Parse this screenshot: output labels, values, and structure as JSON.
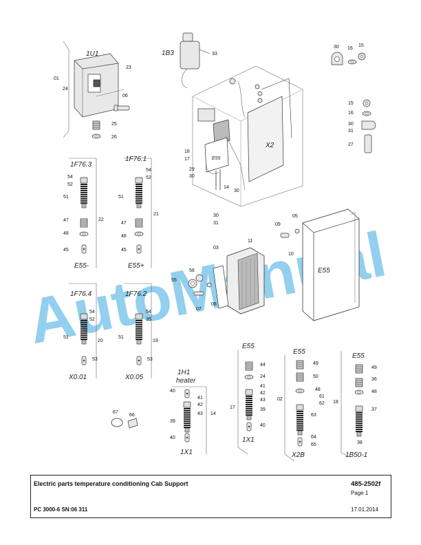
{
  "footer": {
    "title": "Electric parts temperature conditioning Cab Support",
    "doc_number": "485-2502f",
    "page": "Page 1",
    "model": "PC 3000-6 SN:06 311",
    "date": "17.01.2014"
  },
  "watermark": {
    "text": "AutoManual",
    "color": "#3aa8e0"
  },
  "drawing_labels": {
    "u1": "1U1",
    "b3": "1B3",
    "x2": "X2",
    "e55_box": "E55",
    "e55_small": "E55",
    "f76_3": "1F76.3",
    "f76_1": "1F76.1",
    "e55_minus": "E55-",
    "e55_plus": "E55+",
    "f76_4": "1F76.4",
    "f76_2": "1F76.2",
    "x001": "X0.01",
    "x005": "X0.05",
    "h1": "1H1",
    "heater": "heater",
    "x1a": "1X1",
    "e55_c1": "E55",
    "x1b": "1X1",
    "e55_c2": "E55",
    "x2b": "X2B",
    "e55_c3": "E55",
    "b50": "1B50-1"
  },
  "item_numbers": {
    "n01": "01",
    "n23": "23",
    "n24": "24",
    "n06": "06",
    "n25": "25",
    "n26": "26",
    "n33": "33",
    "n30a": "30",
    "n16a": "16",
    "n15a": "15",
    "n15b": "15",
    "n16b": "16",
    "n30b": "30",
    "n31b": "31",
    "n27": "27",
    "n18a": "18",
    "n17a": "17",
    "n29": "29",
    "n30c": "30",
    "n14a": "14",
    "n30d": "30",
    "n30e": "30",
    "n31e": "31",
    "n54a": "54",
    "n52a": "52",
    "n51a": "51",
    "n22": "22",
    "n47a": "47",
    "n48a": "48",
    "n45a": "45",
    "n54b": "54",
    "n52b": "52",
    "n51b": "51",
    "n21": "21",
    "n47b": "47",
    "n48b": "48",
    "n45b": "45",
    "n09": "09",
    "n05": "05",
    "n03": "03",
    "n11": "11",
    "n10": "10",
    "n55": "55",
    "n56": "56",
    "n07": "07",
    "n08": "08",
    "n54c": "54",
    "n52c": "52",
    "n51c": "51",
    "n20": "20",
    "n53a": "53",
    "n54d": "54",
    "n35": "35",
    "n51d": "51",
    "n19": "19",
    "n53b": "53",
    "n40a": "40",
    "n41a": "41",
    "n42a": "42",
    "n39a": "39",
    "n43a": "43",
    "n14b": "14",
    "n40b": "40",
    "n67": "67",
    "n66": "66",
    "n44": "44",
    "n24b": "24",
    "n17b": "17",
    "n41b": "41",
    "n42b": "42",
    "n43b": "43",
    "n39b": "39",
    "n40c": "40",
    "n49a": "49",
    "n50": "50",
    "n02": "02",
    "n48c": "48",
    "n61": "61",
    "n62": "62",
    "n63": "63",
    "n64": "64",
    "n65": "65",
    "n49b": "49",
    "n36": "36",
    "n48d": "48",
    "n18b": "18",
    "n37": "37",
    "n38": "38"
  }
}
